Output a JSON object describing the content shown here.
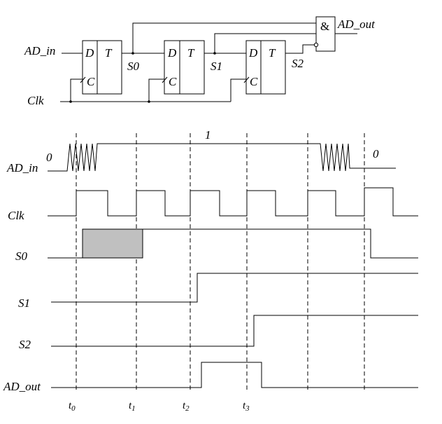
{
  "circuit": {
    "input_label": "AD_in",
    "clock_label": "Clk",
    "output_label": "AD_out",
    "gate_symbol": "&",
    "pin_d": "D",
    "pin_t": "T",
    "pin_c": "C",
    "flipflops": [
      {
        "output_label": "S0"
      },
      {
        "output_label": "S1"
      },
      {
        "output_label": "S2"
      }
    ]
  },
  "timing": {
    "signals": [
      "AD_in",
      "Clk",
      "S0",
      "S1",
      "S2",
      "AD_out"
    ],
    "level_high": "1",
    "level_low_start": "0",
    "level_low_end": "0",
    "markers": [
      {
        "base": "t",
        "sub": "0"
      },
      {
        "base": "t",
        "sub": "1"
      },
      {
        "base": "t",
        "sub": "2"
      },
      {
        "base": "t",
        "sub": "3"
      }
    ],
    "undefined_fill": "#c0c0c0"
  }
}
